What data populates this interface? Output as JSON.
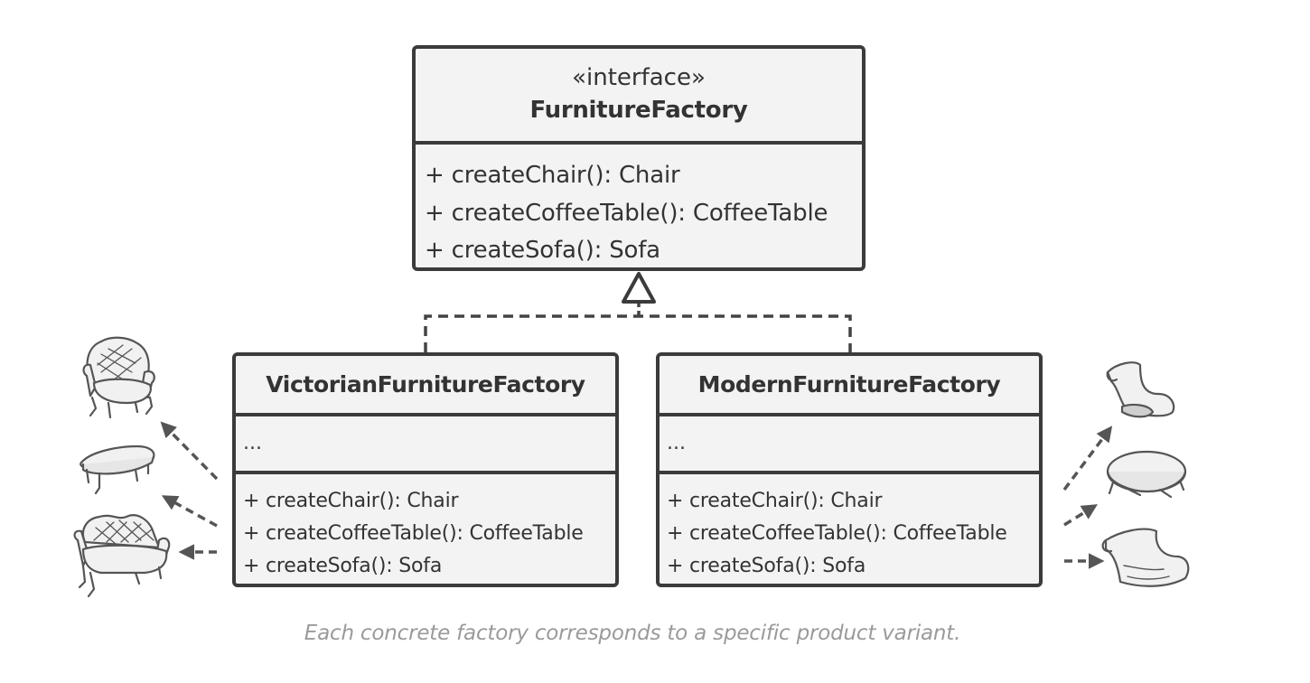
{
  "interface": {
    "stereotype": "«interface»",
    "name": "FurnitureFactory",
    "methods": [
      "+ createChair(): Chair",
      "+ createCoffeeTable(): CoffeeTable",
      "+ createSofa(): Sofa"
    ]
  },
  "factories": [
    {
      "name": "VictorianFurnitureFactory",
      "fields": "...",
      "methods": [
        "+ createChair(): Chair",
        "+ createCoffeeTable(): CoffeeTable",
        "+ createSofa(): Sofa"
      ]
    },
    {
      "name": "ModernFurnitureFactory",
      "fields": "...",
      "methods": [
        "+ createChair(): Chair",
        "+ createCoffeeTable(): CoffeeTable",
        "+ createSofa(): Sofa"
      ]
    }
  ],
  "caption": "Each concrete factory corresponds to a specific product variant.",
  "colors": {
    "box_fill": "#f3f3f3",
    "border": "#3b3b3b",
    "arrow": "#555555",
    "caption": "#9a9a9a"
  },
  "icons": [
    "victorian-armchair-icon",
    "victorian-coffee-table-icon",
    "victorian-sofa-icon",
    "modern-chair-icon",
    "modern-coffee-table-icon",
    "modern-sofa-icon"
  ]
}
